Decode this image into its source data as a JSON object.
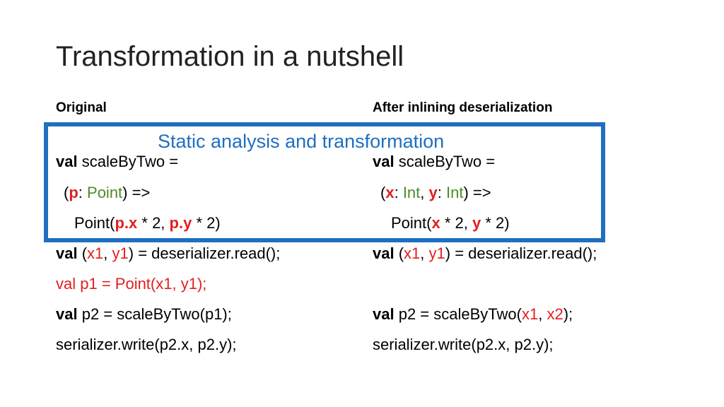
{
  "slide": {
    "title": "Transformation in a nutshell",
    "left_header": "Original",
    "right_header": "After inlining deserialization",
    "box_label": "Static analysis and transformation",
    "colors": {
      "accent": "#1f6fc0",
      "red": "#e21f1f",
      "green": "#4f8a2a"
    }
  },
  "code": {
    "kw": "val",
    "sp": " ",
    "lparen": "(",
    "rparen": ")",
    "colon": ": ",
    "comma": ", ",
    "comma_nospace": ",",
    "arrow": ") =>",
    "left": {
      "l1_rest": " scaleByTwo =",
      "l2_p": "p",
      "l2_type": "Point",
      "l3_pre": "Point(",
      "l3_px": "p.x",
      "l3_mid": " * 2, ",
      "l3_py": "p.y",
      "l3_end": " * 2)",
      "l4_x1": "x1",
      "l4_y1": "y1",
      "l4_rest": ") = deserializer.read();",
      "l5_red": "val p1 = Point(x1, y1);",
      "l6_rest": " p2 = scaleByTwo(p1);",
      "l7": "serializer.write(p2.x, p2.y);"
    },
    "right": {
      "l1_rest": " scaleByTwo =",
      "l2_x": "x",
      "l2_type1": "Int",
      "l2_y": "y",
      "l2_type2": "Int",
      "l3_pre": "Point(",
      "l3_x": "x",
      "l3_mid": " * 2, ",
      "l3_y": "y",
      "l3_end": " * 2)",
      "l4_x1": "x1",
      "l4_y1": "y1",
      "l4_rest": ") = deserializer.read();",
      "l6_pre": " p2 = scaleByTwo(",
      "l6_x1": "x1",
      "l6_x2": "x2",
      "l6_end": ");",
      "l7": "serializer.write(p2.x, p2.y);"
    }
  }
}
